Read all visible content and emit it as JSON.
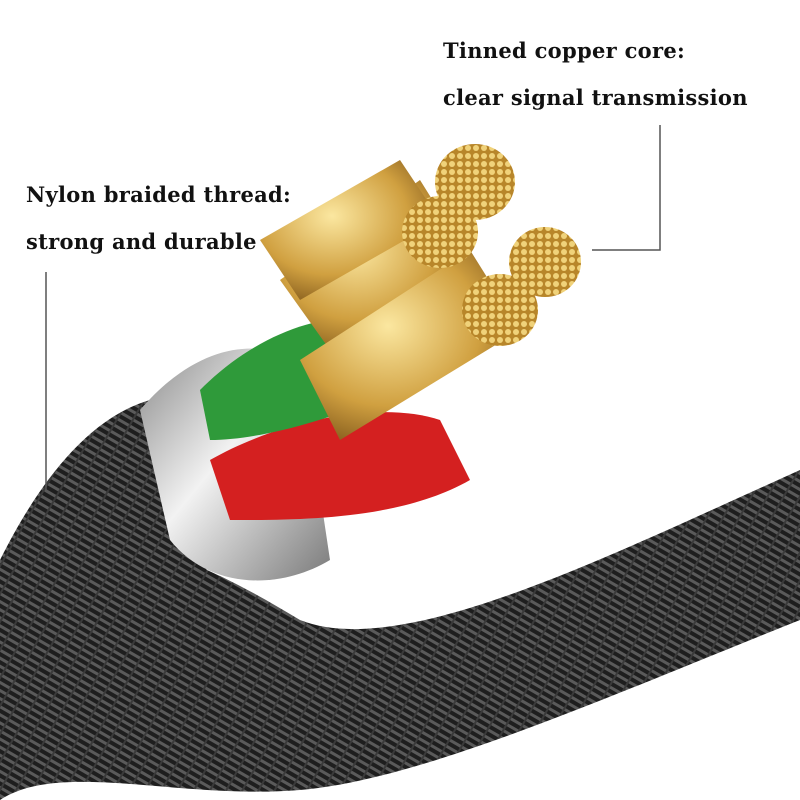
{
  "annotations": {
    "core": {
      "title": "Tinned copper core:",
      "subtitle": "clear signal transmission"
    },
    "braid": {
      "title": "Nylon braided thread:",
      "subtitle": "strong and durable"
    }
  },
  "colors": {
    "braid": "#2a2a2a",
    "copper": "#c9962e",
    "green_wire": "#2f9a3a",
    "red_wire": "#d42020",
    "sleeve": "#cfcfcf"
  }
}
